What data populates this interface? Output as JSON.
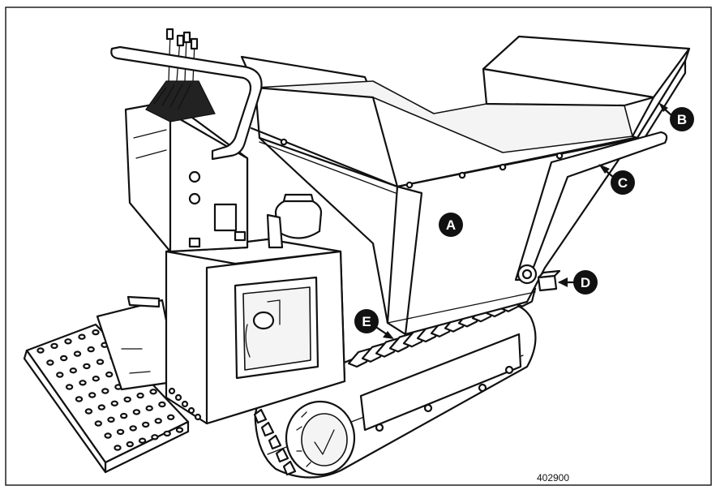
{
  "figure": {
    "id": "402900",
    "callouts": [
      {
        "key": "a",
        "letter": "A"
      },
      {
        "key": "b",
        "letter": "B"
      },
      {
        "key": "c",
        "letter": "C"
      },
      {
        "key": "d",
        "letter": "D"
      },
      {
        "key": "e",
        "letter": "E"
      }
    ]
  }
}
